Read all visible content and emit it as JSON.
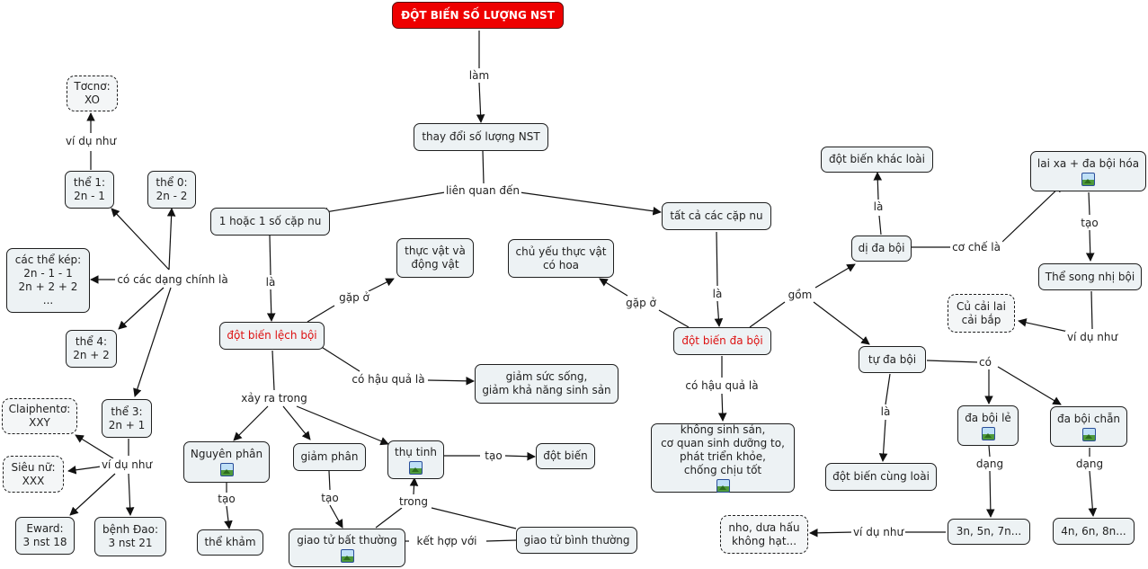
{
  "nodes": {
    "root": "ĐỘT BIẾN SỐ LƯỢNG NST",
    "change_count": "thay đổi số lượng NST",
    "one_or_few_pairs": "1 hoặc 1 số cặp nu",
    "all_pairs": "tất cả các cặp nu",
    "aneuploidy": "đột biến lệch bội",
    "polyploidy": "đột biến đa bội",
    "plants_animals": "thực vật và\nđộng vật",
    "mostly_flowering": "chủ yếu thực vật\ncó hoa",
    "reduced_vitality": "giảm sức sống,\ngiảm khả năng sinh sản",
    "polyploidy_effects": "không sinh sản,\ncơ quan sinh dưỡng to,\nphát triển khỏe,\nchống chịu tốt",
    "mitosis": "Nguyên phân",
    "meiosis": "giảm phân",
    "fertilization": "thụ tinh",
    "mosaic": "thể khảm",
    "abnormal_gamete": "giao tử bất thường",
    "normal_gamete": "giao tử bình thường",
    "mutation": "đột biến",
    "monosomy": "thể 1:\n2n - 1",
    "nullisomy": "thể 0:\n2n - 2",
    "double_forms": "các thể kép:\n2n - 1 - 1\n2n + 2 + 2\n...",
    "tetrasomy": "thể 4:\n2n + 2",
    "trisomy": "thể 3:\n2n + 1",
    "turner": "Tơcnơ:\nXO",
    "klinefelter": "Claiphentơ:\nXXY",
    "superfemale": "Siêu nữ:\nXXX",
    "edward": "Eward:\n3 nst 18",
    "down": "bệnh Đao:\n3 nst 21",
    "allopolyploid": "dị đa bội",
    "autopolyploid": "tự đa bội",
    "interspecies_mutation": "đột biến khác loài",
    "hybrid_polyploidization": "lai xa + đa bội hóa",
    "amphidiploid": "Thể song nhị bội",
    "cabbage_radish": "Củ cải lai\ncải bắp",
    "same_species_mutation": "đột biến cùng loài",
    "odd_polyploid": "đa bội lẻ",
    "even_polyploid": "đa bội chẵn",
    "odd_forms": "3n, 5n, 7n...",
    "even_forms": "4n, 6n, 8n...",
    "seedless": "nho, dưa hấu\nkhông hạt..."
  },
  "labels": {
    "lam": "làm",
    "lien_quan_den": "liên quan đến",
    "la_1": "là",
    "la_2": "là",
    "gap_o_1": "gặp ở",
    "gap_o_2": "gặp ở",
    "co_hau_qua_la_1": "có hậu quả là",
    "co_hau_qua_la_2": "có hậu quả là",
    "xay_ra_trong": "xảy ra trong",
    "tao_1": "tạo",
    "tao_2": "tạo",
    "tao_3": "tạo",
    "tao_4": "tạo",
    "trong": "trong",
    "ket_hop_voi": "kết hợp với",
    "co_cac_dang_chinh_la": "có các dạng chính là",
    "vi_du_nhu_1": "ví dụ như",
    "vi_du_nhu_2": "ví dụ như",
    "vi_du_nhu_3": "ví dụ như",
    "vi_du_nhu_4": "ví dụ như",
    "gom": "gồm",
    "la_3": "là",
    "la_4": "là",
    "co_che_la": "cơ chế là",
    "co": "có",
    "dang_1": "dạng",
    "dang_2": "dạng"
  },
  "colors": {
    "root_fill": "#ee0000",
    "node_fill": "#edf2f4",
    "highlight_text": "#dd1111",
    "line": "#111111"
  }
}
